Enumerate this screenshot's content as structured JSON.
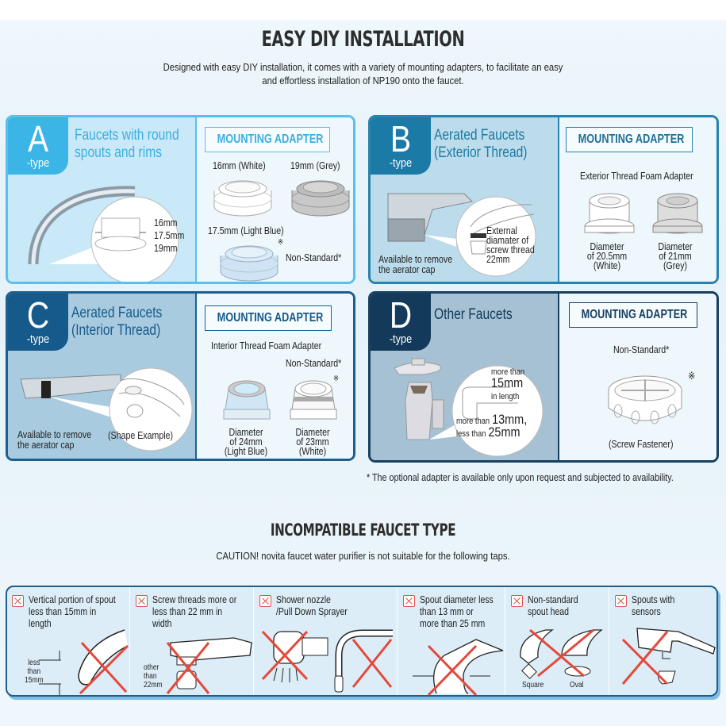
{
  "installation": {
    "title": "EASY DIY INSTALLATION",
    "description_line1": "Designed with easy DIY installation, it comes with a variety of mounting adapters, to facilitate an easy",
    "description_line2": "and effortless installation of NP190 onto the faucet."
  },
  "types": [
    {
      "letter": "A",
      "suffix": "-type",
      "title_line1": "Faucets with round",
      "title_line2": "spouts and rims",
      "sizes": [
        "16mm",
        "17.5mm",
        "19mm"
      ],
      "adapter_heading": "MOUNTING ADAPTER",
      "adapters": [
        {
          "label": "16mm (White)"
        },
        {
          "label": "19mm (Grey)"
        },
        {
          "label": "17.5mm (Light Blue)",
          "note": "Non-Standard*",
          "mark": "※"
        }
      ],
      "colors": {
        "badge": "#3bb4e6",
        "left_bg": "#c9e9f8",
        "title": "#3aaee0",
        "border": "#58c0ec",
        "heading": "#3aaee0"
      }
    },
    {
      "letter": "B",
      "suffix": "-type",
      "title_line1": "Aerated Faucets",
      "title_line2": "(Exterior Thread)",
      "note_left": [
        "Available to remove",
        "the aerator cap"
      ],
      "callout": [
        "External",
        "diamater of",
        "screw thread",
        "22mm"
      ],
      "adapter_heading": "MOUNTING ADAPTER",
      "adapter_subtitle": "Exterior Thread Foam Adapter",
      "adapters": [
        {
          "label_lines": [
            "Diameter",
            "of 20.5mm",
            "(White)"
          ]
        },
        {
          "label_lines": [
            "Diameter",
            "of 21mm",
            "(Grey)"
          ]
        }
      ],
      "colors": {
        "badge": "#1c7aa6",
        "left_bg": "#bcdceb",
        "title": "#1c7aa6",
        "border": "#2683ad",
        "heading": "#1c6f98"
      }
    },
    {
      "letter": "C",
      "suffix": "-type",
      "title_line1": "Aerated Faucets",
      "title_line2": "(Interior Thread)",
      "note_left": [
        "Available to remove",
        "the aerator cap"
      ],
      "callout": [
        "(Shape Example)"
      ],
      "adapter_heading": "MOUNTING ADAPTER",
      "adapter_subtitle": "Interior Thread Foam Adapter",
      "nonstandard": "Non-Standard*",
      "mark": "※",
      "adapters": [
        {
          "label_lines": [
            "Diameter",
            "of 24mm",
            "(Light Blue)"
          ]
        },
        {
          "label_lines": [
            "Diameter",
            "of 23mm",
            "(White)"
          ]
        }
      ],
      "colors": {
        "badge": "#155a8a",
        "left_bg": "#a9cbe0",
        "title": "#155a8a",
        "border": "#1b5f8f",
        "heading": "#155a8a"
      }
    },
    {
      "letter": "D",
      "suffix": "-type",
      "title_line1": "Other Faucets",
      "callout": {
        "length_prefix": "more than",
        "length_value": "15mm",
        "length_suffix": "in length",
        "diam_prefix1": "more than",
        "diam_value1": "13mm,",
        "diam_prefix2": "less than",
        "diam_value2": "25mm"
      },
      "adapter_heading": "MOUNTING ADAPTER",
      "nonstandard": "Non-Standard*",
      "mark": "※",
      "adapter_label": "(Screw Fastener)",
      "colors": {
        "badge": "#133a5a",
        "left_bg": "#a6c1d3",
        "title": "#133a5a",
        "border": "#173f60",
        "heading": "#173f60"
      }
    }
  ],
  "footnote": "* The optional adapter is available only upon request and subjected to availability.",
  "incompatible": {
    "title": "INCOMPATIBLE FAUCET TYPE",
    "caution": "CAUTION! novita faucet water purifier is not suitable for the following taps.",
    "items": [
      {
        "lines": [
          "Vertical portion of spout",
          "less than 15mm in",
          "length"
        ],
        "annot": [
          "less",
          "than",
          "15mm"
        ]
      },
      {
        "lines": [
          "Screw threads more or",
          "less than 22 mm in",
          "width"
        ],
        "annot": [
          "other",
          "than",
          "22mm"
        ]
      },
      {
        "lines": [
          "Shower nozzle",
          "/Pull Down Sprayer"
        ]
      },
      {
        "lines": [
          "Spout diameter less",
          "than 13 mm or",
          "more than 25 mm"
        ]
      },
      {
        "lines": [
          "Non-standard",
          "spout head"
        ],
        "annot": [
          "Square",
          "Oval"
        ]
      },
      {
        "lines": [
          "Spouts with",
          "sensors"
        ]
      }
    ],
    "colors": {
      "cross": "#e4483a",
      "border": "#1e5d8c"
    }
  }
}
